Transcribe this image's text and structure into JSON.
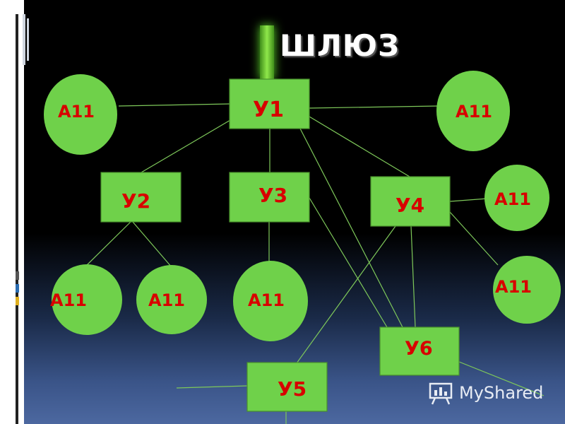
{
  "title": "ШЛЮЗ",
  "watermark": {
    "text": "MyShared",
    "icon": "presentation-board-icon"
  },
  "colors": {
    "node_fill": "#6fd14a",
    "node_text": "#d80000",
    "edge": "#7ec85a",
    "accent_green": "#6fd14a"
  },
  "nodes": {
    "u1": "У1",
    "u2": "У2",
    "u3": "У3",
    "u4": "У4",
    "u5": "У5",
    "u6": "У6",
    "a_top_left": "А11",
    "a_top_right": "А11",
    "a_right_mid": "А11",
    "a_right_low": "А11",
    "a_bottom_1": "А11",
    "a_bottom_2": "А11",
    "a_bottom_3": "А11"
  }
}
